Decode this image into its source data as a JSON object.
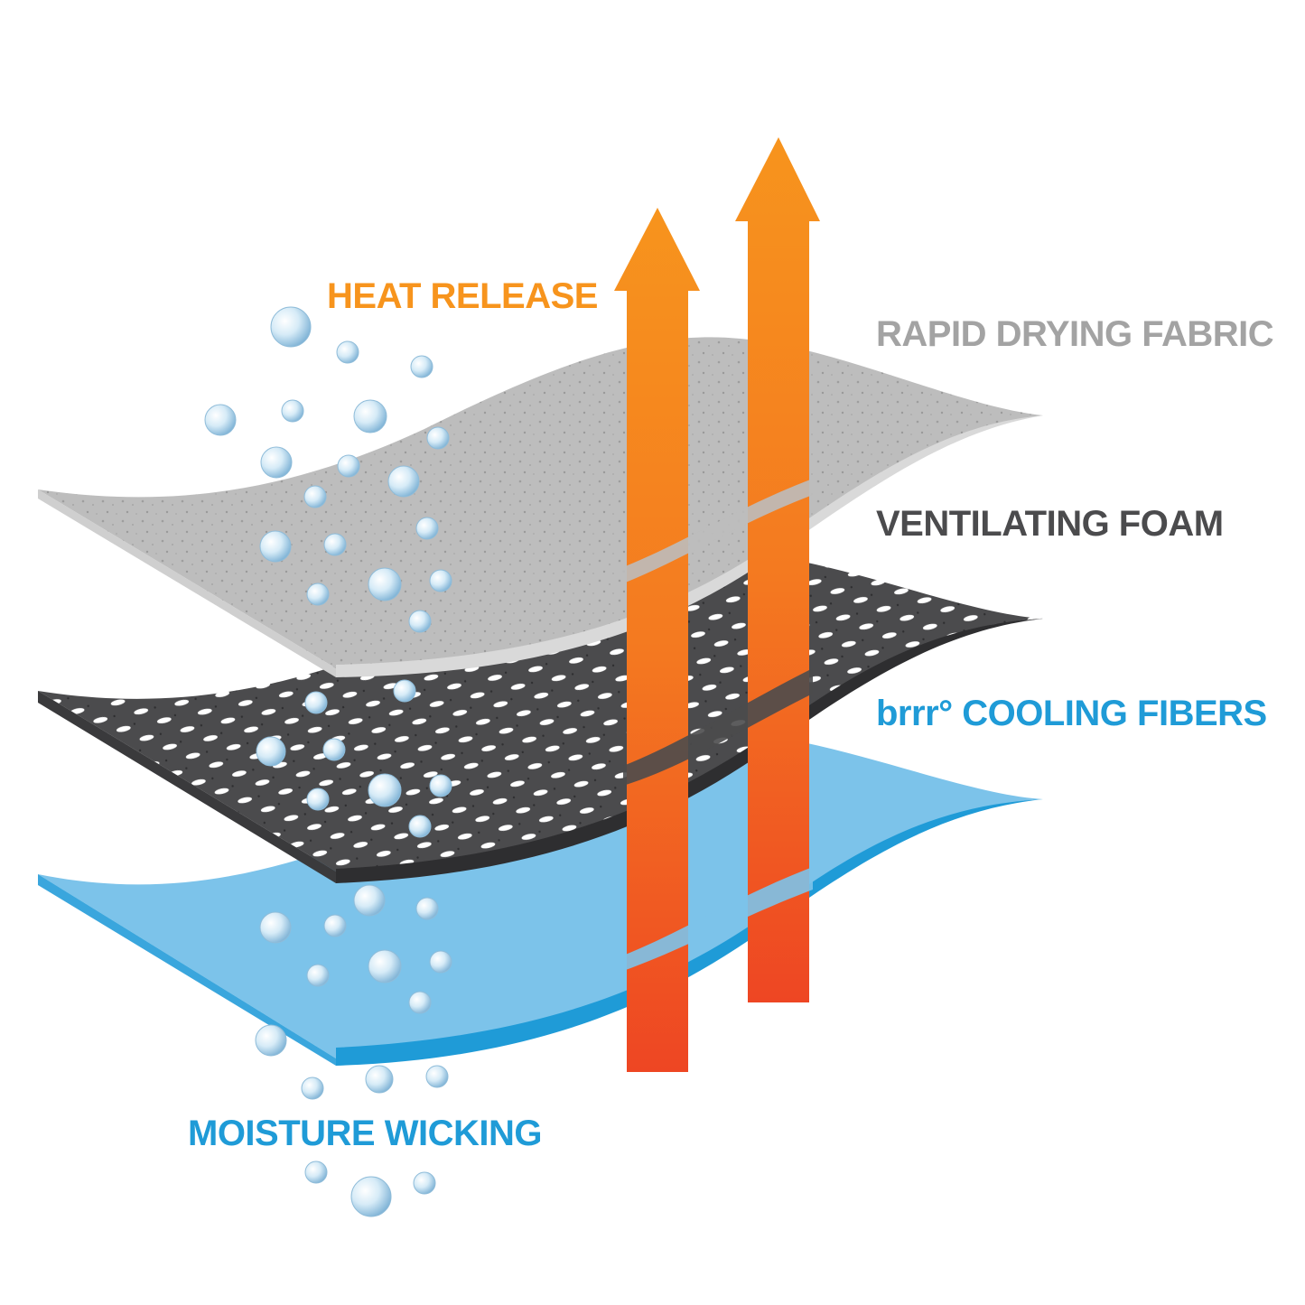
{
  "labels": {
    "heat_release": "HEAT RELEASE",
    "rapid_drying": "RAPID DRYING FABRIC",
    "ventilating_foam": "VENTILATING FOAM",
    "cooling_fibers": "brrr° COOLING FIBERS",
    "moisture_wicking": "MOISTURE WICKING"
  },
  "colors": {
    "heat": "#f7941d",
    "heat_bottom": "#ee4623",
    "fabric": "#bdbdbd",
    "fabric_label": "#a3a3a3",
    "foam": "#4b4b4d",
    "fibers": "#7cc3ea",
    "blue_label": "#1f9bd7"
  }
}
